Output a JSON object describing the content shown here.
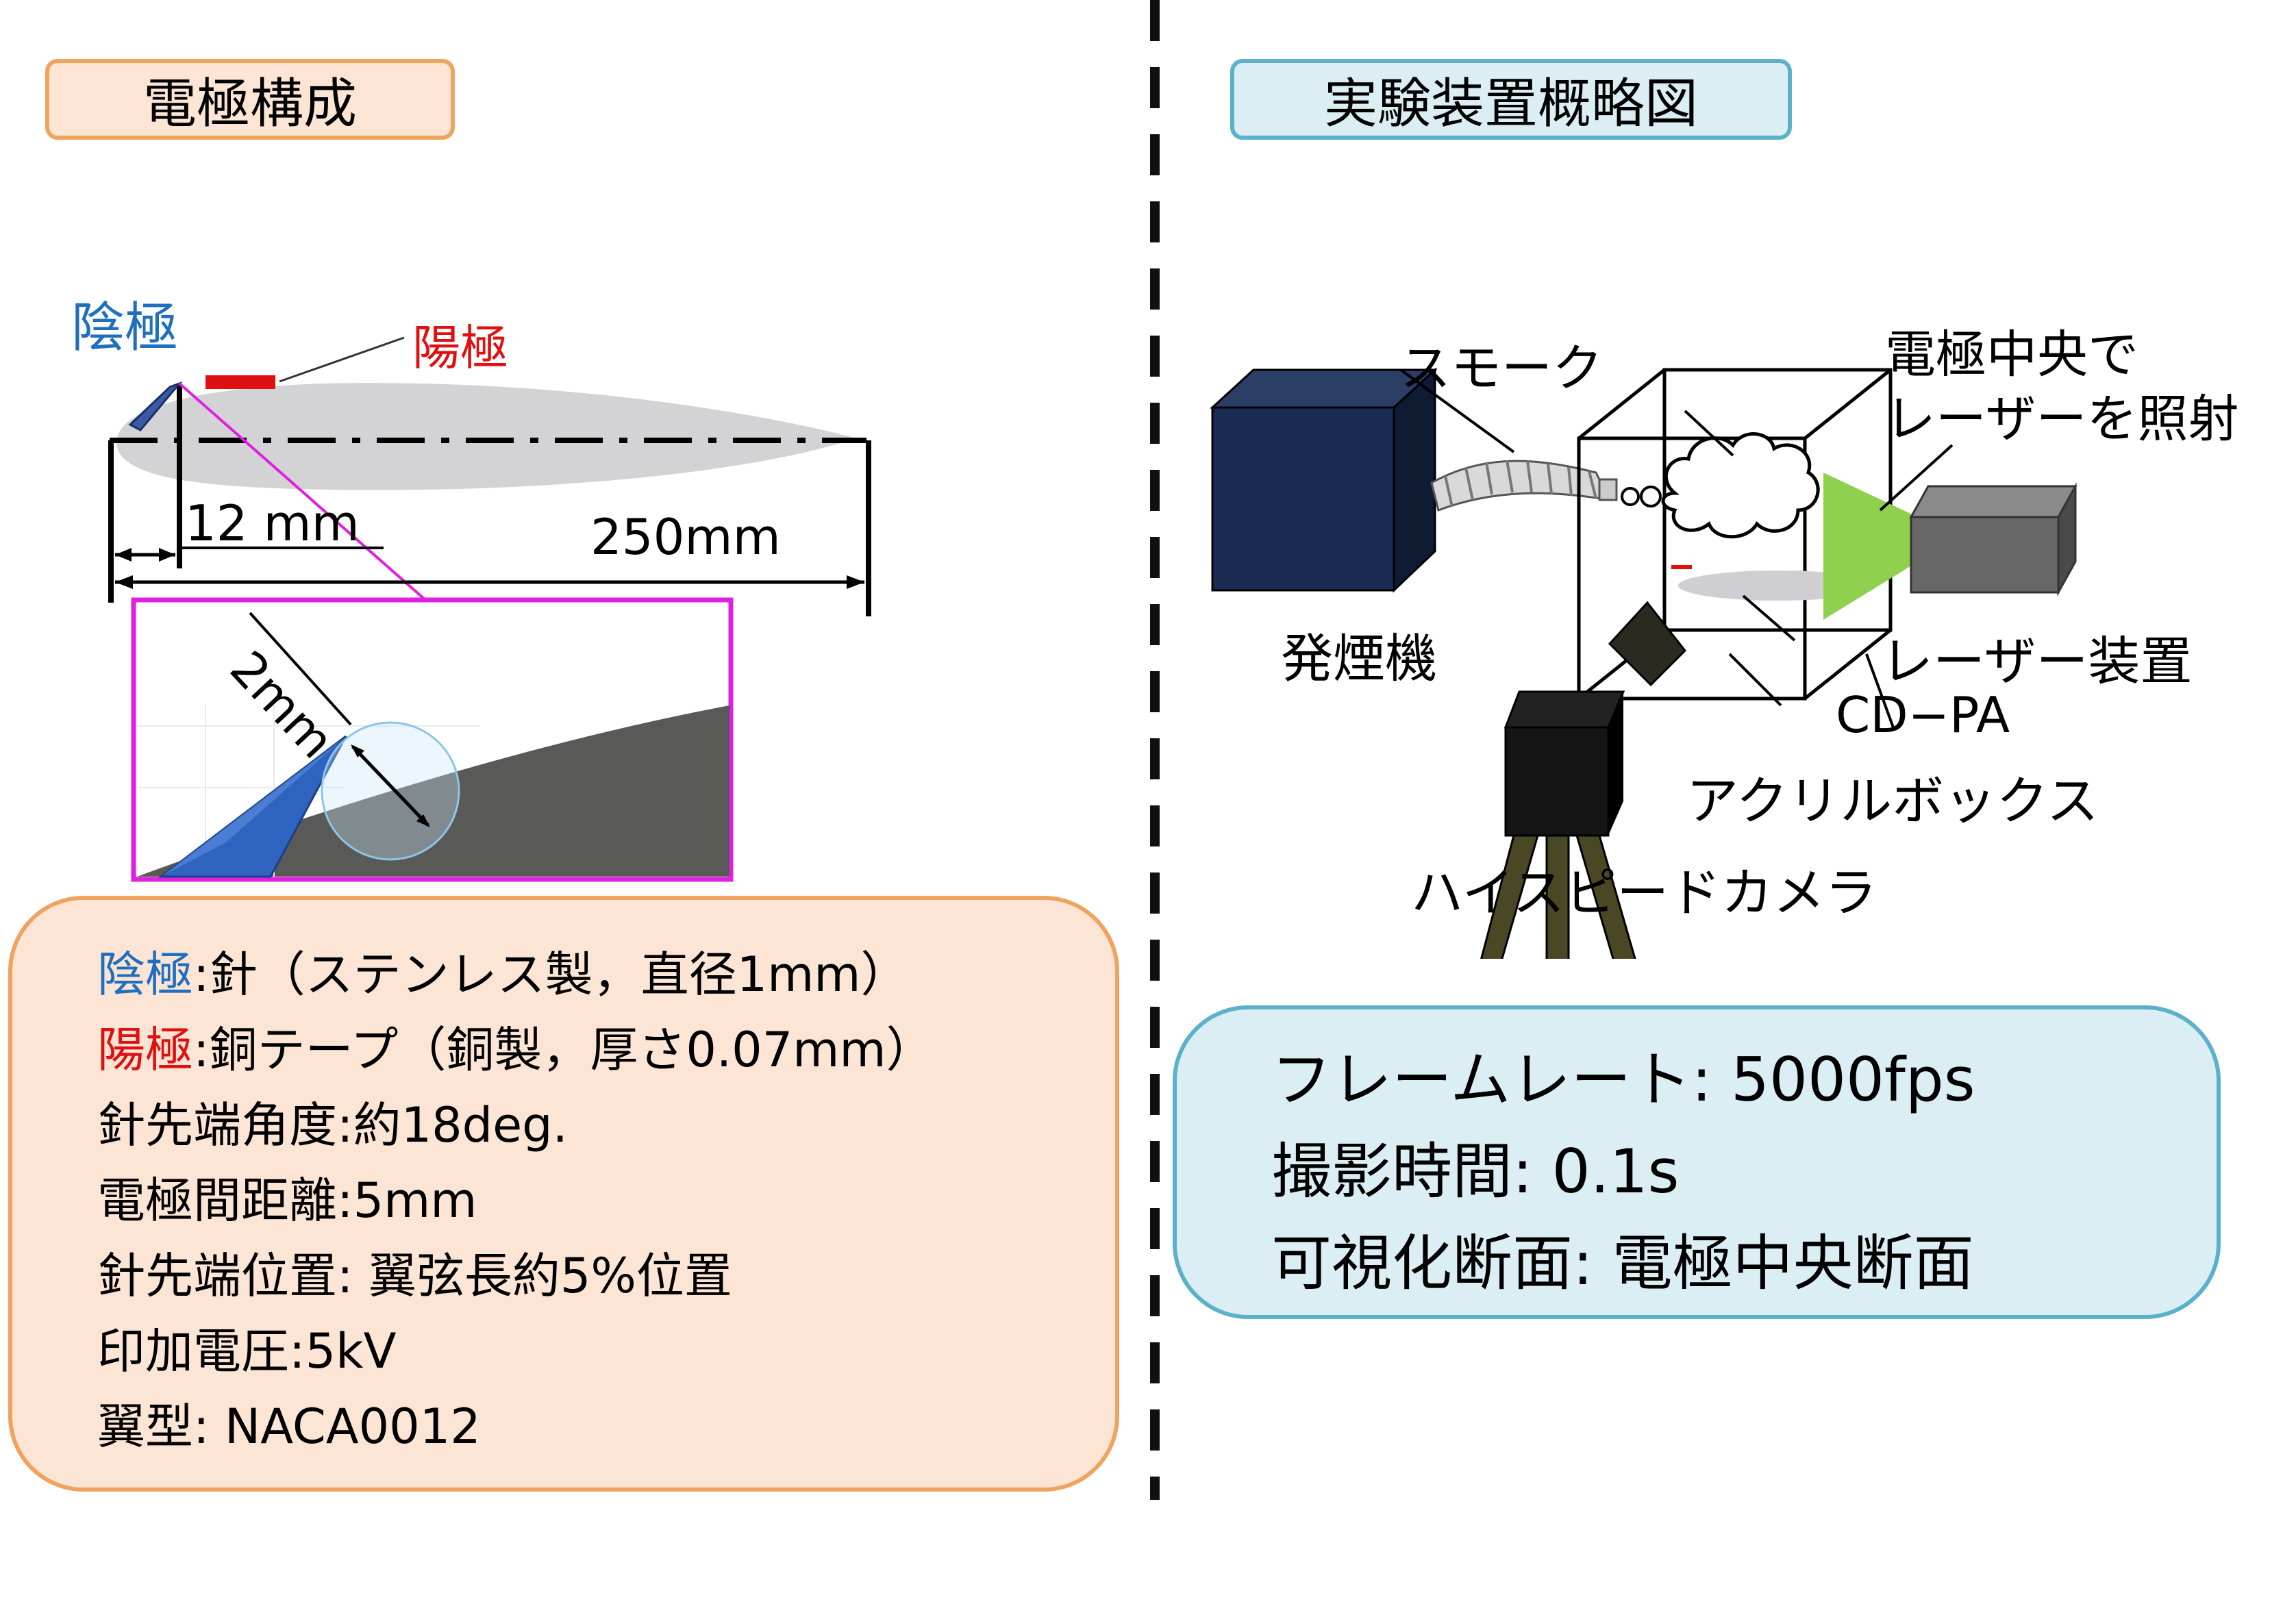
{
  "left_panel": {
    "title": "電極構成",
    "diagram": {
      "cathode_label": "陰極",
      "anode_label": "陽極",
      "dim_12": "12 mm",
      "dim_250": "250mm",
      "dim_2": "2mm"
    },
    "specs": [
      {
        "key": "陰極",
        "value": ":針（ステンレス製，直径1mm）"
      },
      {
        "key": "陽極",
        "value": ":銅テープ（銅製，厚さ0.07mm）"
      },
      {
        "key": "",
        "value": "針先端角度:約18deg."
      },
      {
        "key": "",
        "value": "電極間距離:5mm"
      },
      {
        "key": "",
        "value": "針先端位置: 翼弦長約5%位置"
      },
      {
        "key": "",
        "value": "印加電圧:5kV"
      },
      {
        "key": "",
        "value": "翼型: NACA0012"
      }
    ]
  },
  "right_panel": {
    "title": "実験装置概略図",
    "labels": {
      "smoke": "スモーク",
      "laser_center_1": "電極中央で",
      "laser_center_2": "レーザーを照射",
      "smoke_generator": "発煙機",
      "laser_device": "レーザー装置",
      "cdpa": "CD−PA",
      "acrylic_box": "アクリルボックス",
      "high_speed_camera": "ハイスピードカメラ"
    },
    "specs": [
      "フレームレート: 5000fps",
      "撮影時間: 0.1s",
      "可視化断面: 電極中央断面"
    ]
  },
  "colors": {
    "cathode_blue": "#1f6fbf",
    "anode_red": "#e01010",
    "left_box_fill": "#fce5d4",
    "left_box_border": "#f0a35e",
    "right_box_fill": "#dbeef3",
    "right_box_border": "#5bb1c9",
    "magenta": "#e020e0"
  }
}
